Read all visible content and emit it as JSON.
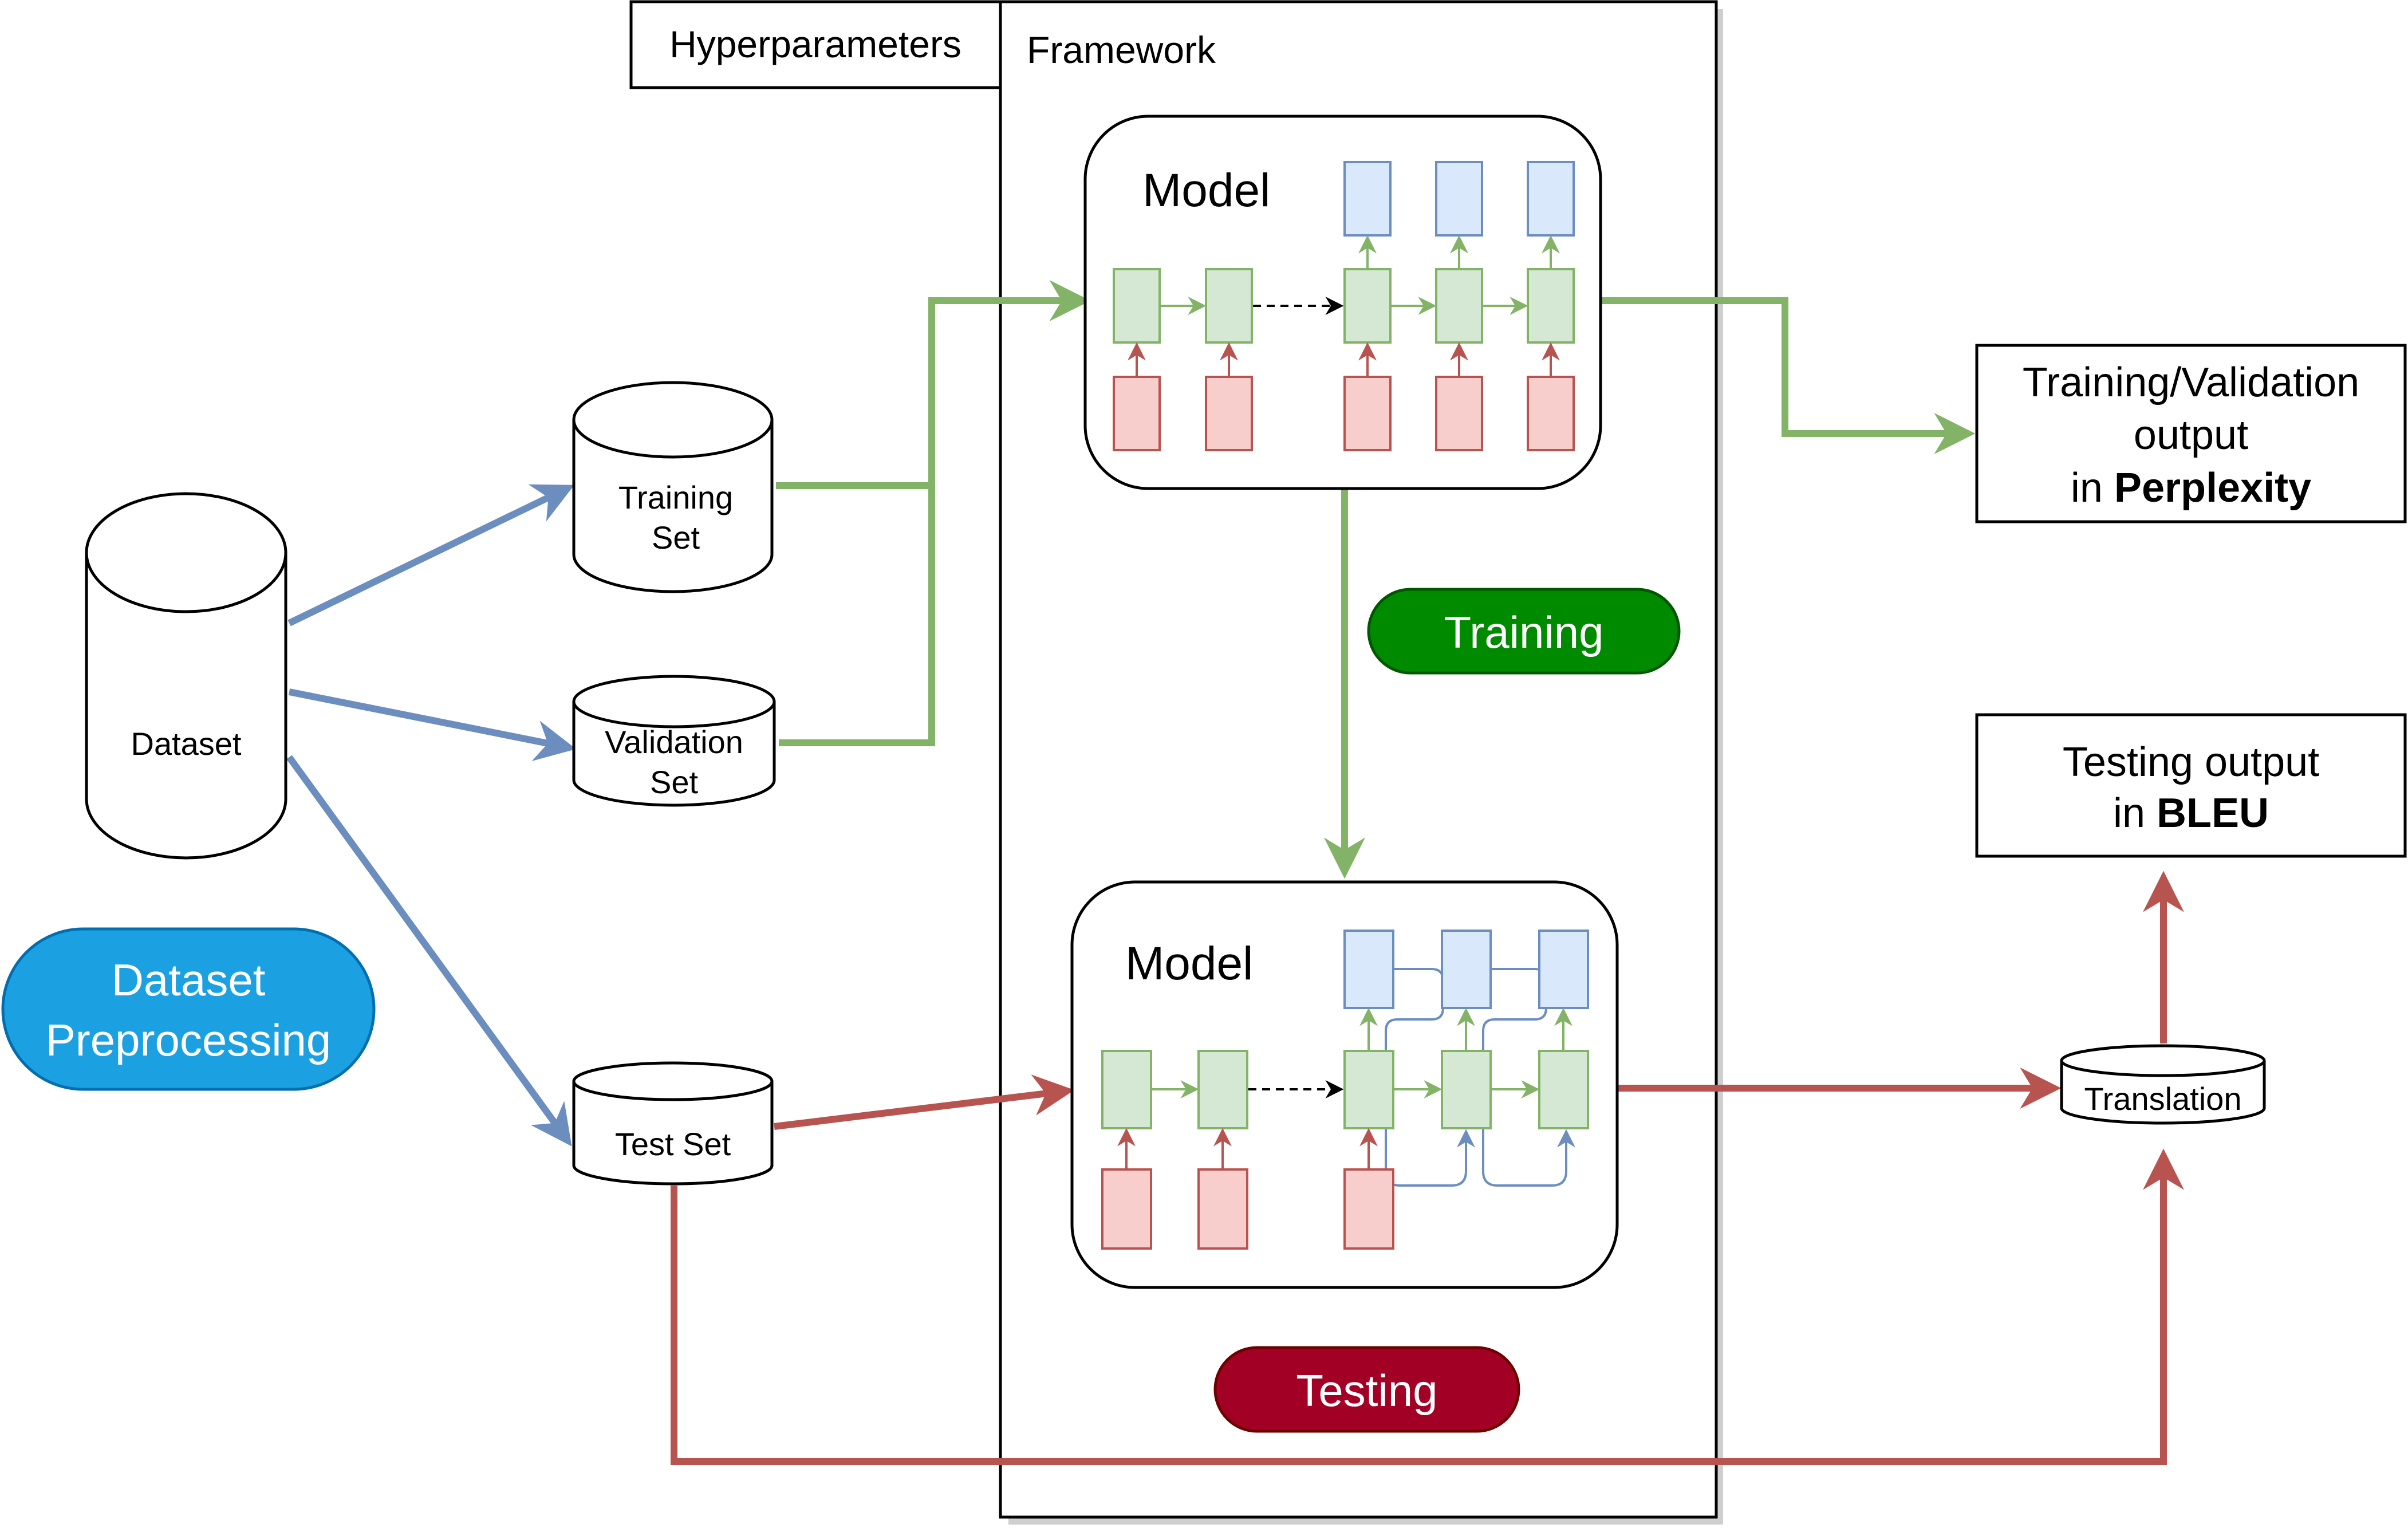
{
  "hyperparameters_label": "Hyperparameters",
  "framework_label": "Framework",
  "model_top_label": "Model",
  "model_bottom_label": "Model",
  "datasets": {
    "dataset": "Dataset",
    "training_set": [
      "Training",
      "Set"
    ],
    "validation_set": [
      "Validation",
      "Set"
    ],
    "test_set": "Test Set",
    "translation": "Translation"
  },
  "pills": {
    "preprocessing": [
      "Dataset",
      "Preprocessing"
    ],
    "training": "Training",
    "testing": "Testing"
  },
  "outputs": {
    "train_val": {
      "line1": "Training/Validation",
      "line2": "output",
      "line3_prefix": "in ",
      "line3_bold": "Perplexity"
    },
    "testing": {
      "line1": "Testing output",
      "line2_prefix": "in ",
      "line2_bold": "BLEU"
    }
  },
  "colors": {
    "blue_arrow": "#6c8ebf",
    "green_arrow": "#82b366",
    "red_arrow": "#b85450",
    "input_fill": "#f8cecc",
    "hidden_fill": "#d5e8d4",
    "output_fill": "#dae8fc",
    "pill_blue": "#1ba1e2",
    "pill_green": "#008a00",
    "pill_red": "#a20025"
  }
}
